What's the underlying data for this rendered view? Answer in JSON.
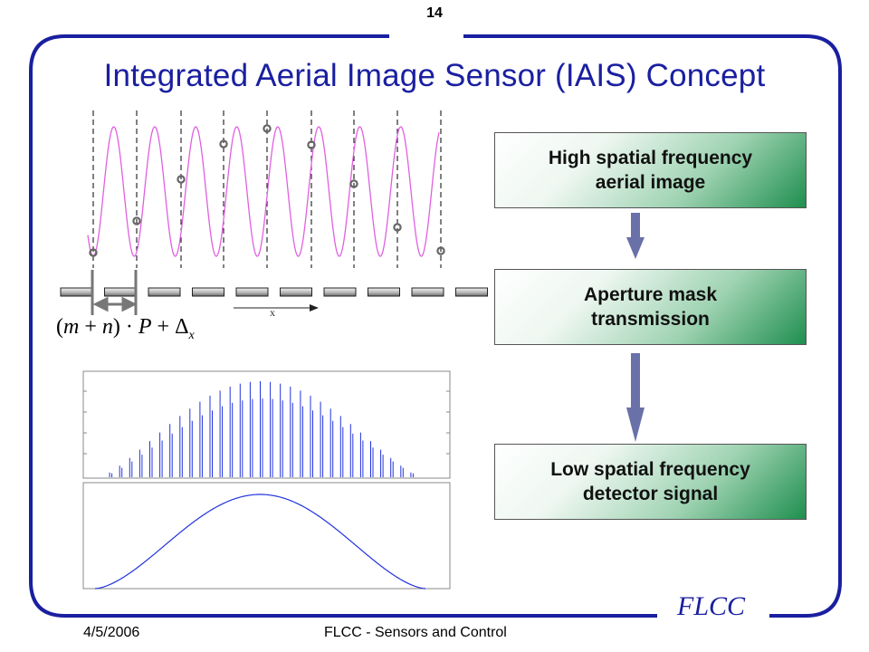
{
  "slide_number": "14",
  "title": "Integrated Aerial Image Sensor (IAIS) Concept",
  "flow_steps": [
    {
      "line1": "High spatial frequency",
      "line2": "aerial image"
    },
    {
      "line1": "Aperture mask",
      "line2": "transmission"
    },
    {
      "line1": "Low spatial frequency",
      "line2": "detector signal"
    }
  ],
  "diagram": {
    "formula": {
      "m": "m",
      "n": "n",
      "P": "P",
      "delta": "Δ",
      "sub": "x"
    },
    "axis_label": "x"
  },
  "footer": {
    "date": "4/5/2006",
    "center": "FLCC - Sensors and Control",
    "logo": "FLCC"
  },
  "colors": {
    "title": "#1a1fa0",
    "frame": "#1a1fa0",
    "sine": "#e060e0",
    "marker": "#666666",
    "plot_line": "#2233dd",
    "arrow": "#6a70a8",
    "box_gradient_end": "#1f8f4f"
  }
}
